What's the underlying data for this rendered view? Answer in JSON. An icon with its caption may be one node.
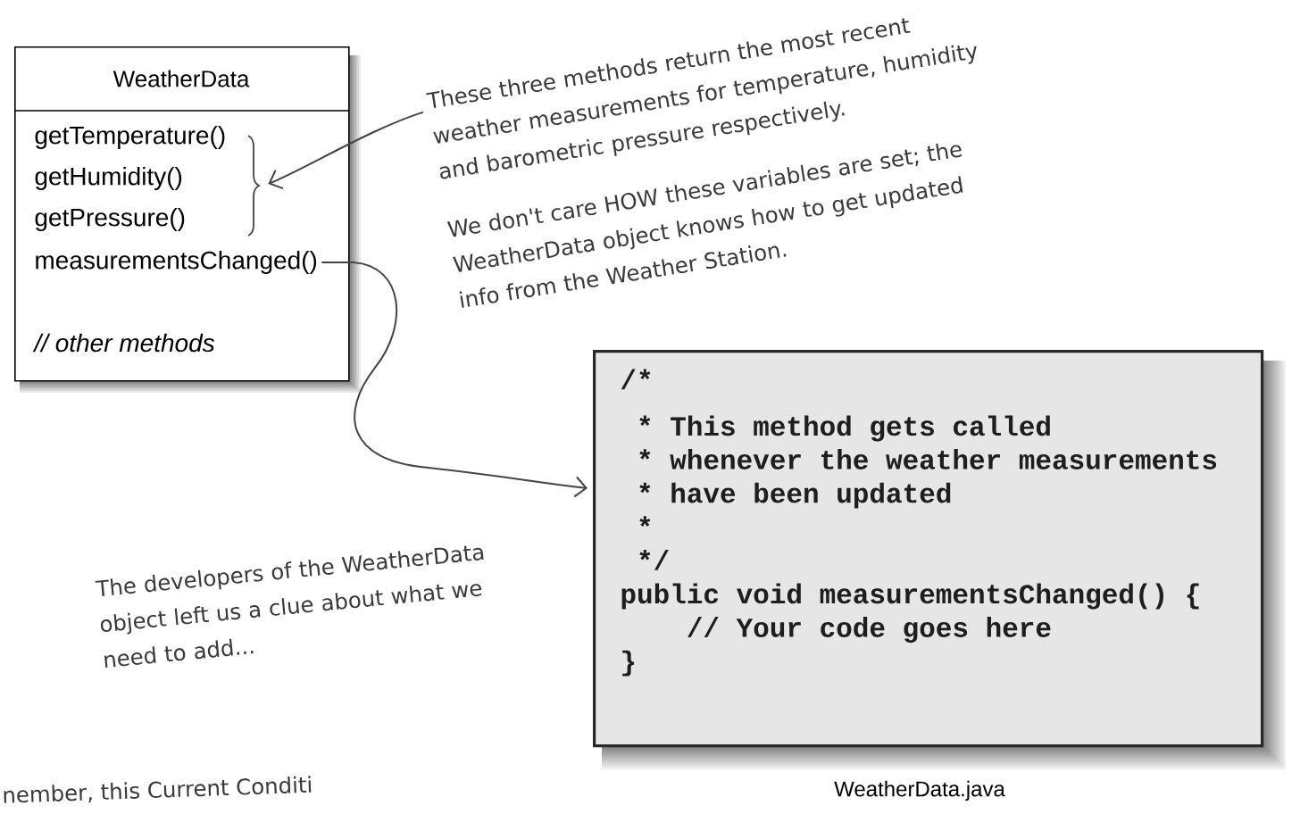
{
  "diagram": {
    "nodes": [
      {
        "text": [
          "WeatherData"
        ]
      },
      {
        "text": [
          "getTemperature()"
        ],
        "in": 0
      },
      {
        "text": [
          "getHumidity()"
        ],
        "in": 0
      },
      {
        "text": [
          "getPressure()"
        ],
        "in": 0
      },
      {
        "text": [
          "measurementsChanged()"
        ],
        "in": 0
      },
      {
        "text": [
          "// other methods"
        ],
        "in": 0
      },
      {
        "text": [],
        "shape": "brace",
        "in": 0
      },
      {
        "text": [
          "These three methods return the most recent weather measurements for temperature, humidity and barometric pressure respectively.",
          "We don't care HOW these variables are set; the WeatherData object knows how to get updated info from the Weather Station."
        ]
      },
      {
        "text": [
          "/*",
          "* This method gets called",
          "* whenever the weather measurements",
          "* have been updated",
          "*",
          "*/",
          "public void measurementsChanged() {",
          "// Your code goes here",
          "}"
        ],
        "beside": [
          "WeatherData.java"
        ]
      }
    ],
    "edges": [
      {
        "from": 7,
        "to": 6,
        "arrow": "to"
      },
      {
        "from": 4,
        "to": 8,
        "arrow": "to"
      }
    ],
    "labels": [
      "The developers of the WeatherData object left us a clue about what we need to add...",
      "nember, this Current Conditi"
    ]
  }
}
